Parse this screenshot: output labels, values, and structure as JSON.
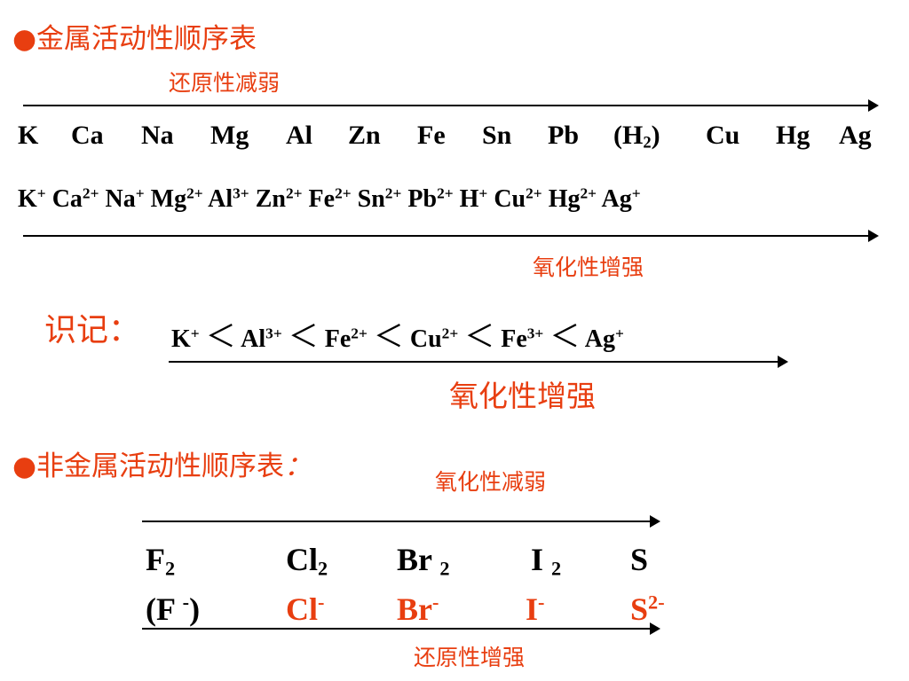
{
  "metal": {
    "title": "●金属活动性顺序表",
    "reducing_label": "还原性减弱",
    "oxidizing_label": "氧化性增强",
    "elements": [
      "K",
      "Ca",
      "Na",
      "Mg",
      "Al",
      "Zn",
      "Fe",
      "Sn",
      "Pb",
      "(H",
      "2",
      ")",
      "Cu",
      "Hg",
      "Ag"
    ],
    "ions": [
      {
        "base": "K",
        "charge": "+"
      },
      {
        "base": "Ca",
        "charge": "2+"
      },
      {
        "base": "Na",
        "charge": "+"
      },
      {
        "base": "Mg",
        "charge": "2+"
      },
      {
        "base": "Al",
        "charge": "3+"
      },
      {
        "base": "Zn",
        "charge": "2+"
      },
      {
        "base": "Fe",
        "charge": "2+"
      },
      {
        "base": "Sn",
        "charge": "2+"
      },
      {
        "base": "Pb",
        "charge": "2+"
      },
      {
        "base": "H",
        "charge": "+"
      },
      {
        "base": "Cu",
        "charge": "2+"
      },
      {
        "base": "Hg",
        "charge": "2+"
      },
      {
        "base": "Ag",
        "charge": "+"
      }
    ]
  },
  "memo": {
    "label": "识记：",
    "sequence": [
      {
        "base": "K",
        "charge": "+"
      },
      {
        "base": "Al",
        "charge": "3+"
      },
      {
        "base": "Fe",
        "charge": "2+"
      },
      {
        "base": "Cu",
        "charge": "2+"
      },
      {
        "base": "Fe",
        "charge": "3+"
      },
      {
        "base": "Ag",
        "charge": "+"
      }
    ],
    "lt": "＜",
    "oxidizing_label": "氧化性增强"
  },
  "nonmetal": {
    "title": "●非金属活动性顺序表",
    "title_colon": "：",
    "oxidizing_label": "氧化性减弱",
    "reducing_label": "还原性增强",
    "molecules": [
      {
        "base": "F",
        "sub": "2"
      },
      {
        "base": "Cl",
        "sub": "2"
      },
      {
        "base": "Br ",
        "sub": "2"
      },
      {
        "base": "I ",
        "sub": "2"
      },
      {
        "base": "S",
        "sub": ""
      }
    ],
    "anions_first": {
      "open": "(F ",
      "charge": "-",
      "close": ")"
    },
    "anions": [
      {
        "base": "Cl",
        "charge": "-"
      },
      {
        "base": "Br",
        "charge": "-"
      },
      {
        "base": "I",
        "charge": "-"
      },
      {
        "base": "S",
        "charge": "2-"
      }
    ]
  },
  "colors": {
    "accent_red": "#e83e10",
    "text": "#000000"
  }
}
